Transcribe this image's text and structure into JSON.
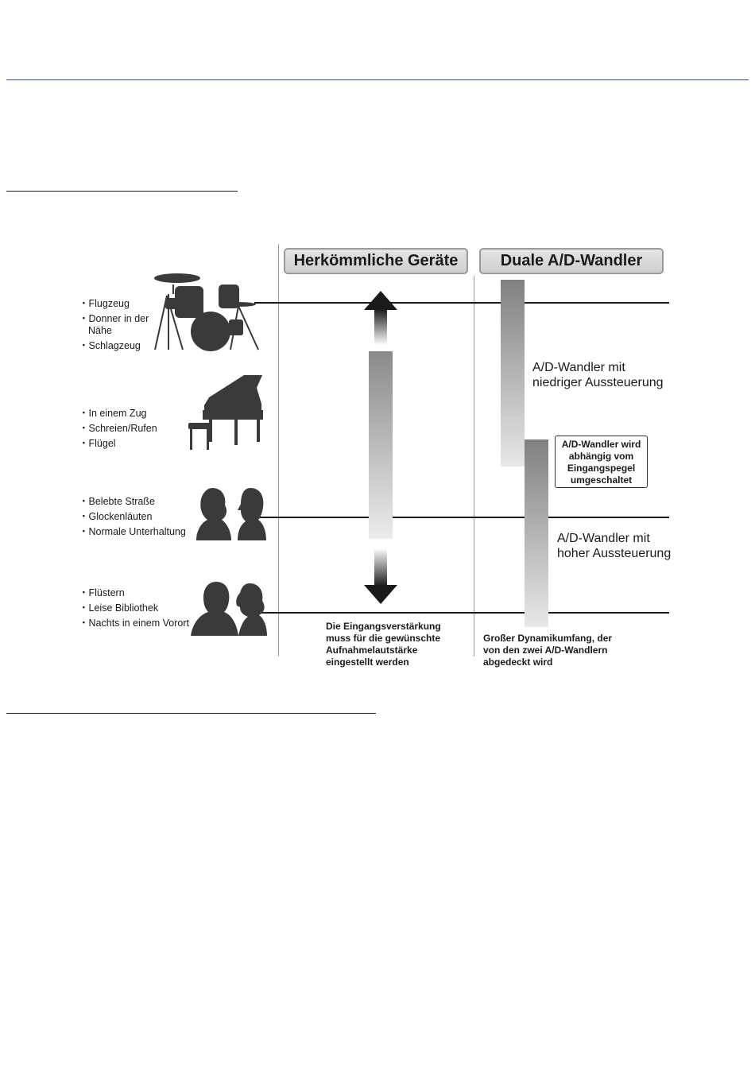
{
  "headers": {
    "conventional": "Herkömmliche Geräte",
    "dual": "Duale A/D-Wandler"
  },
  "categories": [
    {
      "items": [
        "Flugzeug",
        "Donner in der Nähe",
        "Schlagzeug"
      ],
      "icon": "drum-kit-icon"
    },
    {
      "items": [
        "In einem Zug",
        "Schreien/Rufen",
        "Flügel"
      ],
      "icon": "grand-piano-icon"
    },
    {
      "items": [
        "Belebte Straße",
        "Glockenläuten",
        "Normale Unterhaltung"
      ],
      "icon": "conversation-icon"
    },
    {
      "items": [
        "Flüstern",
        "Leise Bibliothek",
        "Nachts in einem Vorort"
      ],
      "icon": "whisper-icon"
    }
  ],
  "labels": {
    "low_gain_line1": "A/D-Wandler mit",
    "low_gain_line2": "niedriger Aussteuerung",
    "high_gain_line1": "A/D-Wandler mit",
    "high_gain_line2": "hoher Aussteuerung",
    "switch_line1": "A/D-Wandler wird",
    "switch_line2": "abhängig vom",
    "switch_line3": "Eingangspegel",
    "switch_line4": "umgeschaltet",
    "conventional_note_line1": "Die Eingangsverstärkung",
    "conventional_note_line2": "muss für die gewünschte",
    "conventional_note_line3": "Aufnahmelautstärke",
    "conventional_note_line4": "eingestellt werden",
    "dual_note_line1": "Großer Dynamikumfang, der",
    "dual_note_line2": "von den zwei A/D-Wandlern",
    "dual_note_line3": "abgedeckt wird"
  },
  "colors": {
    "header_fill": "#d6d6d6",
    "header_border": "#9a9a9a",
    "bar_top": "#808080",
    "bar_bottom": "#e8e8e8",
    "ink": "#1a1a1a",
    "top_rule": "#3a4a6b"
  }
}
